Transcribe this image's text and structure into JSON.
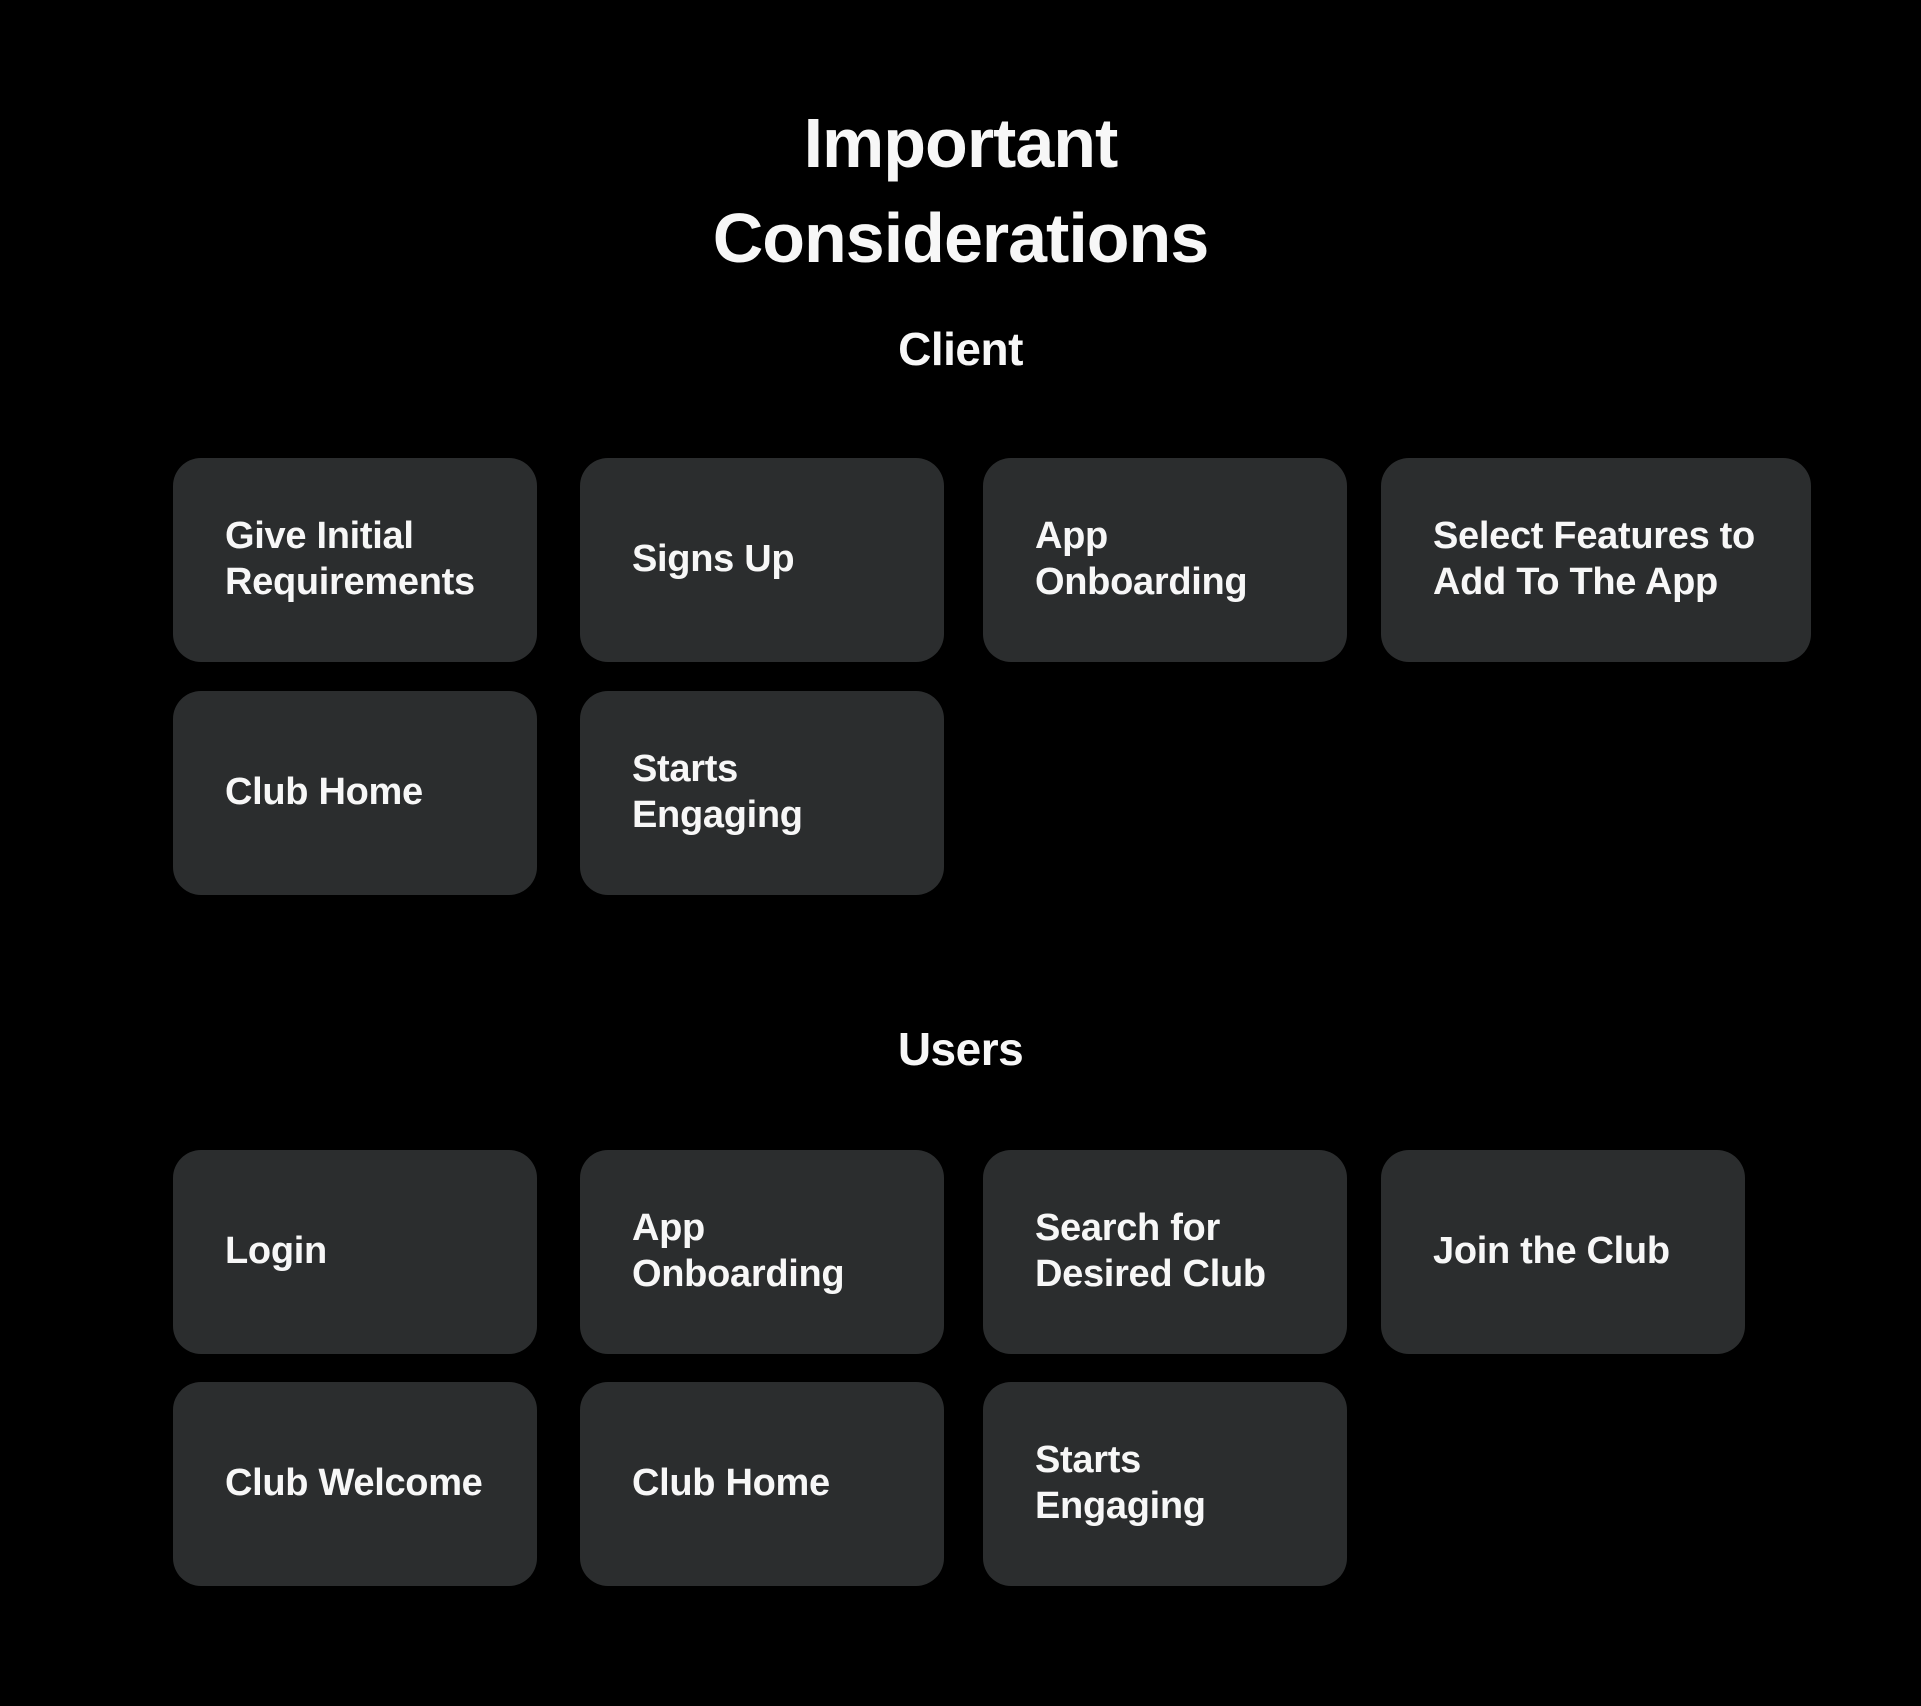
{
  "title": "Important Considerations",
  "colors": {
    "background": "#000000",
    "card": "#2b2d2e",
    "text": "#f7f7f7"
  },
  "sections": [
    {
      "heading": "Client",
      "cards": [
        {
          "label": "Give Initial Requirements"
        },
        {
          "label": "Signs Up"
        },
        {
          "label": "App Onboarding"
        },
        {
          "label": "Select Features to Add To The App"
        },
        {
          "label": "Club Home"
        },
        {
          "label": "Starts Engaging"
        }
      ]
    },
    {
      "heading": "Users",
      "cards": [
        {
          "label": "Login"
        },
        {
          "label": "App Onboarding"
        },
        {
          "label": "Search for Desired Club"
        },
        {
          "label": "Join the Club"
        },
        {
          "label": "Club Welcome"
        },
        {
          "label": "Club Home"
        },
        {
          "label": "Starts Engaging"
        }
      ]
    }
  ]
}
